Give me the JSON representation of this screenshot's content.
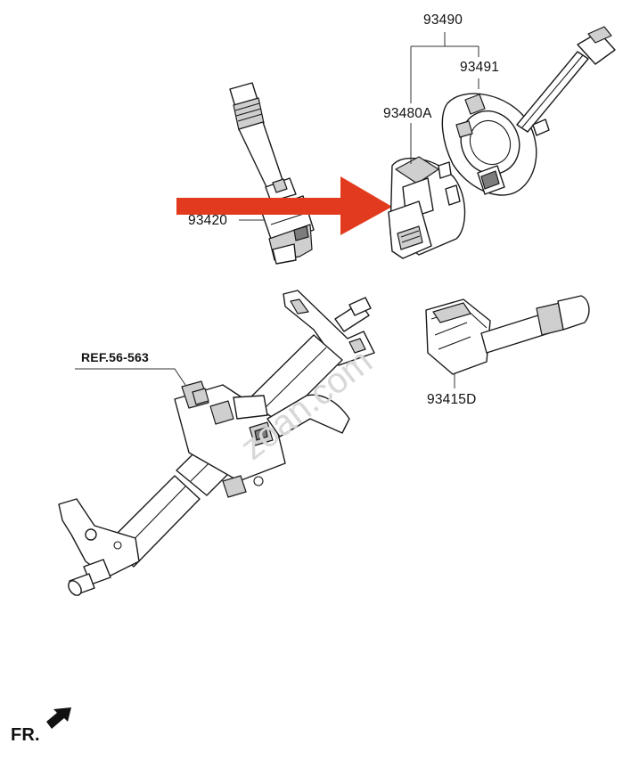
{
  "parts": {
    "assembly": "93490",
    "clock_spring": "93491",
    "sensor": "93480A",
    "light_switch": "93420",
    "wiper_switch": "93415D"
  },
  "reference": "REF.56-563",
  "direction": "FR.",
  "watermark": "zoan.com",
  "colors": {
    "arrow": "#e23a1e",
    "line": "#1a1a1a",
    "shade": "#9a9a9a"
  }
}
